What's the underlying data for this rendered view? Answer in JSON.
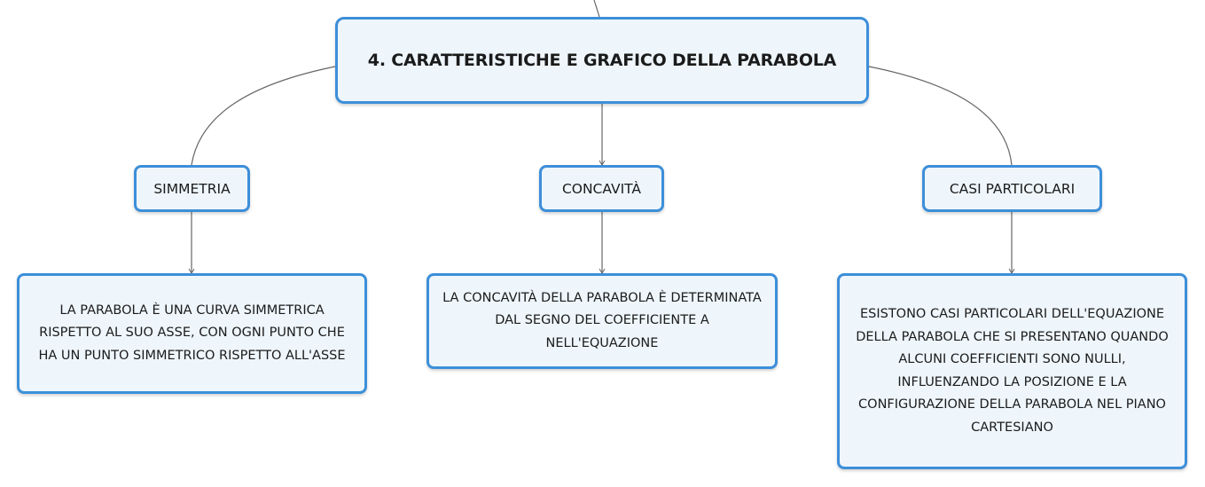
{
  "root": {
    "title": "4. CARATTERISTICHE E GRAFICO DELLA PARABOLA"
  },
  "topics": [
    {
      "label": "SIMMETRIA",
      "detail": "LA PARABOLA È UNA CURVA SIMMETRICA RISPETTO AL SUO ASSE, CON OGNI PUNTO CHE HA UN PUNTO SIMMETRICO RISPETTO ALL'ASSE"
    },
    {
      "label": "CONCAVITÀ",
      "detail": "LA CONCAVITÀ DELLA PARABOLA È DETERMINATA DAL SEGNO DEL COEFFICIENTE A NELL'EQUAZIONE"
    },
    {
      "label": "CASI PARTICOLARI",
      "detail": "ESISTONO CASI PARTICOLARI DELL'EQUAZIONE DELLA PARABOLA CHE SI PRESENTANO QUANDO ALCUNI COEFFICIENTI SONO NULLI, INFLUENZANDO LA POSIZIONE E LA CONFIGURAZIONE DELLA PARABOLA NEL PIANO CARTESIANO"
    }
  ],
  "colors": {
    "node_border": "#3d8fd9",
    "node_fill": "#eef6fc",
    "connector": "#666666"
  }
}
